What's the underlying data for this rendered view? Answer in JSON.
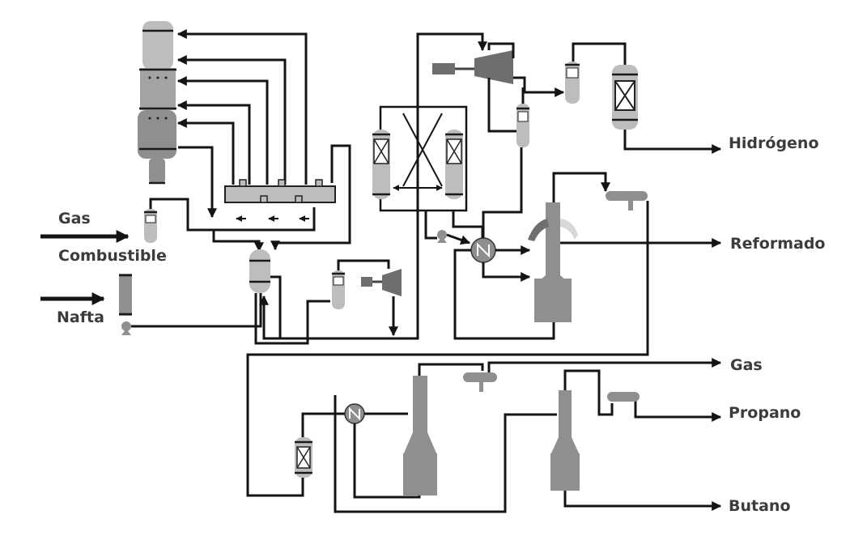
{
  "labels": {
    "gas_combustible_line1": "Gas",
    "gas_combustible_line2": "Combustible",
    "nafta": "Nafta",
    "hidrogeno": "Hidrógeno",
    "reformado": "Reformado",
    "gas": "Gas",
    "propano": "Propano",
    "butano": "Butano"
  },
  "colors": {
    "pipe": "#141414",
    "vessel_light": "#bdbdbd",
    "vessel_dark": "#8f8f8f",
    "background": "#ffffff"
  }
}
